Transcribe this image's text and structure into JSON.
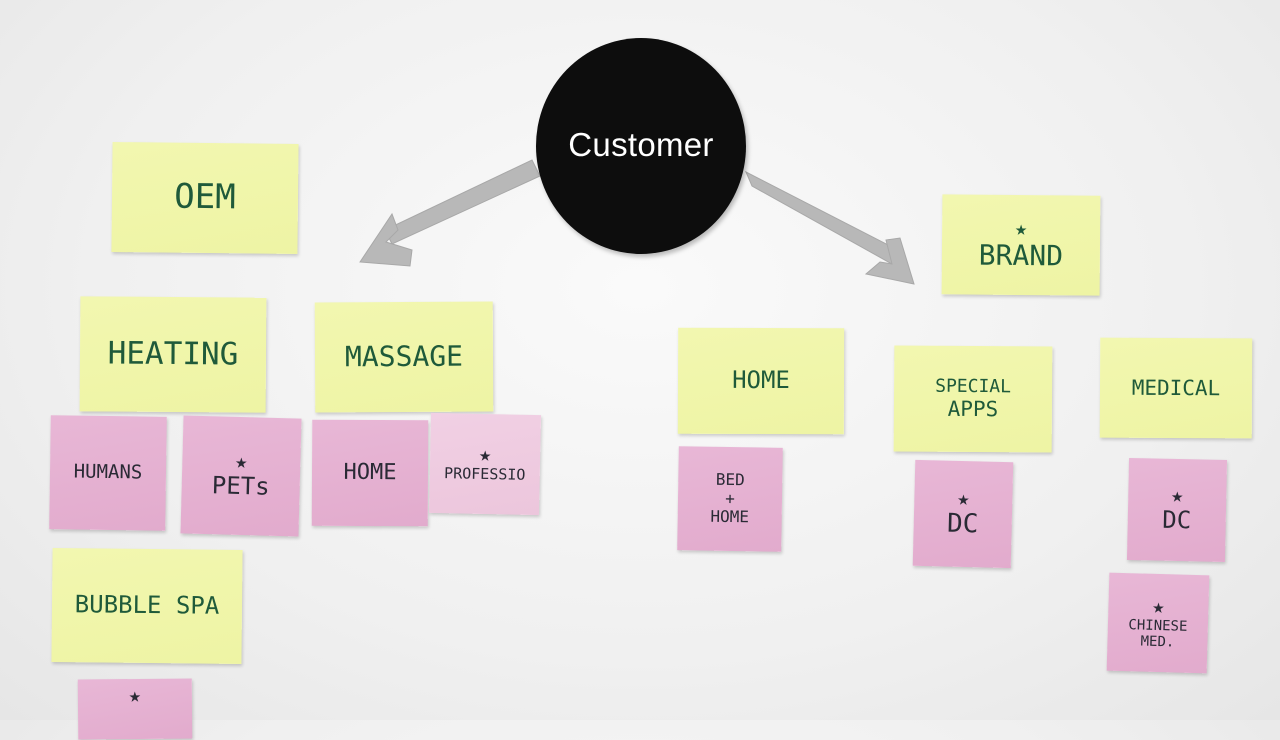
{
  "hub": {
    "label": "Customer"
  },
  "notes": {
    "oem": "OEM",
    "heating": "HEATING",
    "massage": "MASSAGE",
    "humans": "HUMANS",
    "pets": "PETs",
    "home_left": "HOME",
    "professional": "PROFESSIO",
    "bubble_spa": "BUBBLE SPA",
    "brand": "BRAND",
    "home_right": "HOME",
    "special_apps_line1": "SPECIAL",
    "special_apps_line2": "APPS",
    "medical": "MEDICAL",
    "bed_home_line1": "BED",
    "bed_home_line2": "+",
    "bed_home_line3": "HOME",
    "dc_1": "DC",
    "dc_2": "DC",
    "chinese_med_line1": "CHINESE",
    "chinese_med_line2": "MED."
  },
  "colors": {
    "yellow_note": "#eef4a4",
    "pink_note": "#e2abcd",
    "hub_fill": "#0d0d0d",
    "arrow": "#b8b8b8"
  },
  "icons": {
    "star": "★"
  }
}
